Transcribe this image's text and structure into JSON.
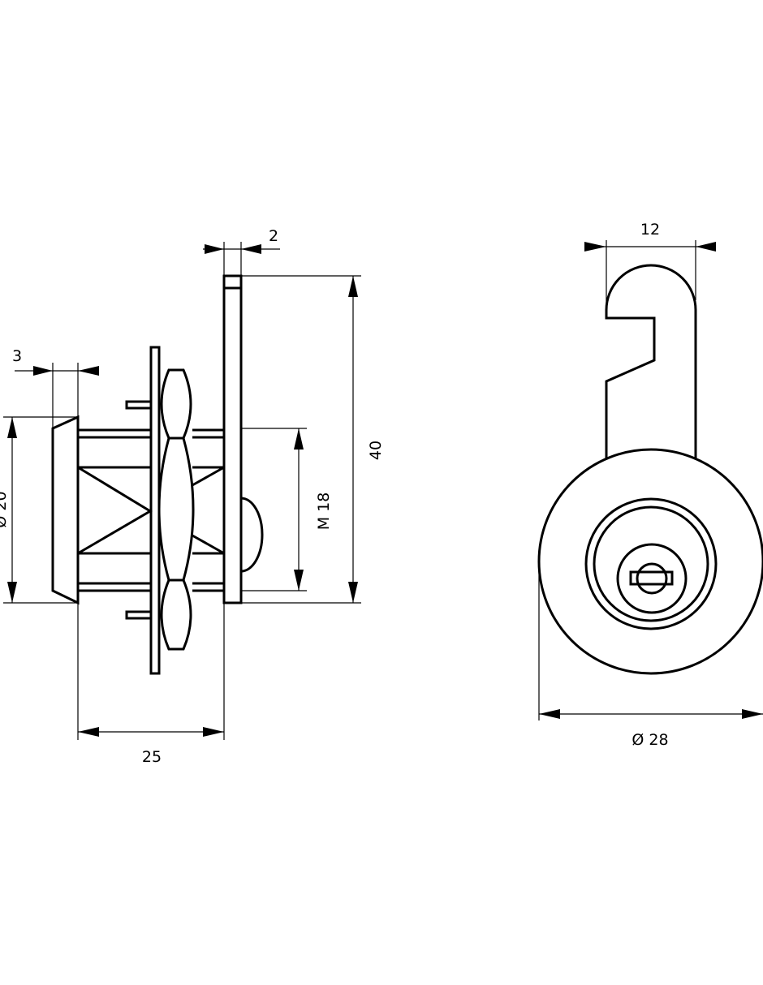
{
  "drawing": {
    "side_view": {
      "dim_bezel_thickness": "3",
      "dim_bezel_diameter": "Ø 20",
      "dim_plate_thickness": "2",
      "dim_height": "40",
      "dim_thread": "M 18",
      "dim_body_length": "25"
    },
    "front_view": {
      "dim_cam_width": "12",
      "dim_diameter": "Ø 28"
    }
  }
}
